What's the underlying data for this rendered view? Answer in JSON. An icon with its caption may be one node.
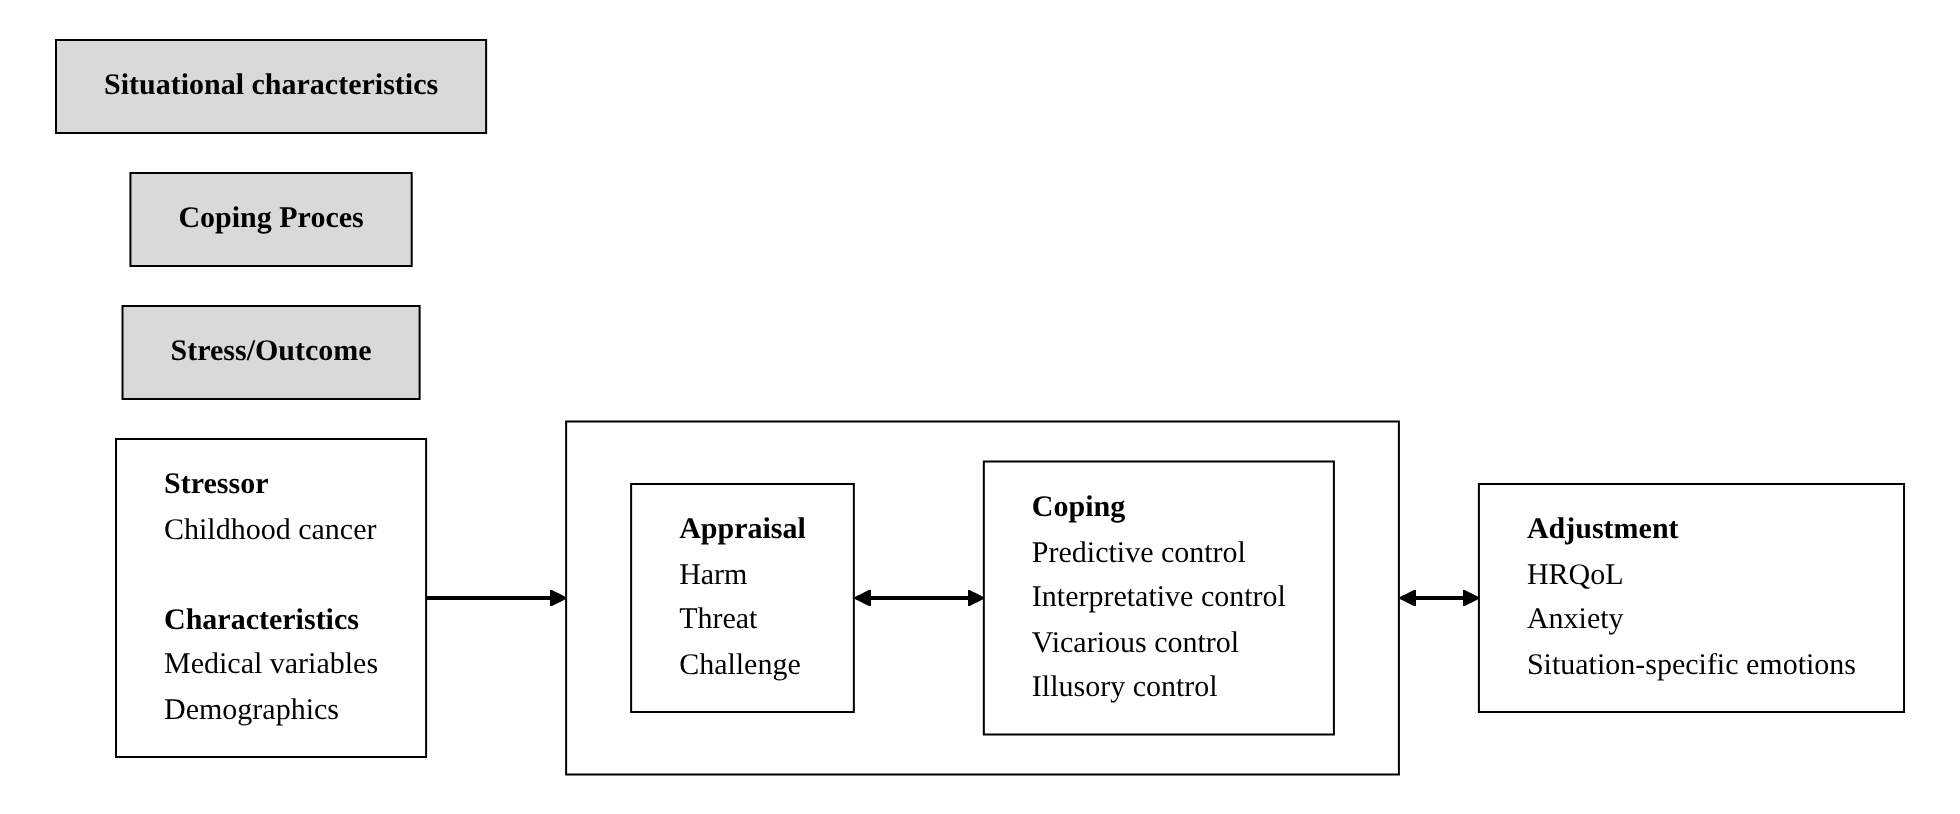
{
  "diagram": {
    "nodes": [
      {
        "text": [
          "Situational characteristics"
        ]
      },
      {
        "text": [
          "Coping Proces"
        ]
      },
      {
        "text": [
          "Stress/Outcome"
        ]
      },
      {
        "text": [
          "Stressor",
          "Childhood cancer",
          "Characteristics",
          "Medical variables",
          "Demographics"
        ]
      },
      {
        "text": [],
        "shape": "box"
      },
      {
        "text": [
          "Appraisal",
          "Harm",
          "Threat",
          "Challenge"
        ],
        "in": 4
      },
      {
        "text": [
          "Coping",
          "Predictive control",
          "Interpretative control",
          "Vicarious control",
          "Illusory control"
        ],
        "in": 4
      },
      {
        "text": [
          "Adjustment",
          "HRQoL",
          "Anxiety",
          "Situation-specific emotions"
        ]
      }
    ],
    "edges": [
      {
        "from": 3,
        "to": 4,
        "arrow": "to"
      },
      {
        "from": 5,
        "to": 6,
        "arrow": "both"
      },
      {
        "from": 4,
        "to": 7,
        "arrow": "both"
      }
    ]
  }
}
